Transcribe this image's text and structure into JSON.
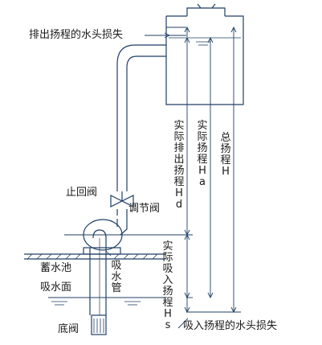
{
  "labels": {
    "discharge_loss": "排出扬程的水头损失",
    "actual_discharge_head": "实际排出扬程Hd",
    "actual_head": "实际扬程Ha",
    "total_head": "总扬程H",
    "check_valve": "止回阀",
    "regulating_valve": "调节阀",
    "actual_suction_head": "实际吸入扬程Hs",
    "reservoir": "蓄水池",
    "suction_surface": "吸水面",
    "suction_pipe": "吸水管",
    "foot_valve": "底阀",
    "suction_loss": "吸入扬程的水头损失"
  },
  "colors": {
    "line": "#1f3f66",
    "text": "#1a1a1a",
    "background": "#ffffff"
  }
}
